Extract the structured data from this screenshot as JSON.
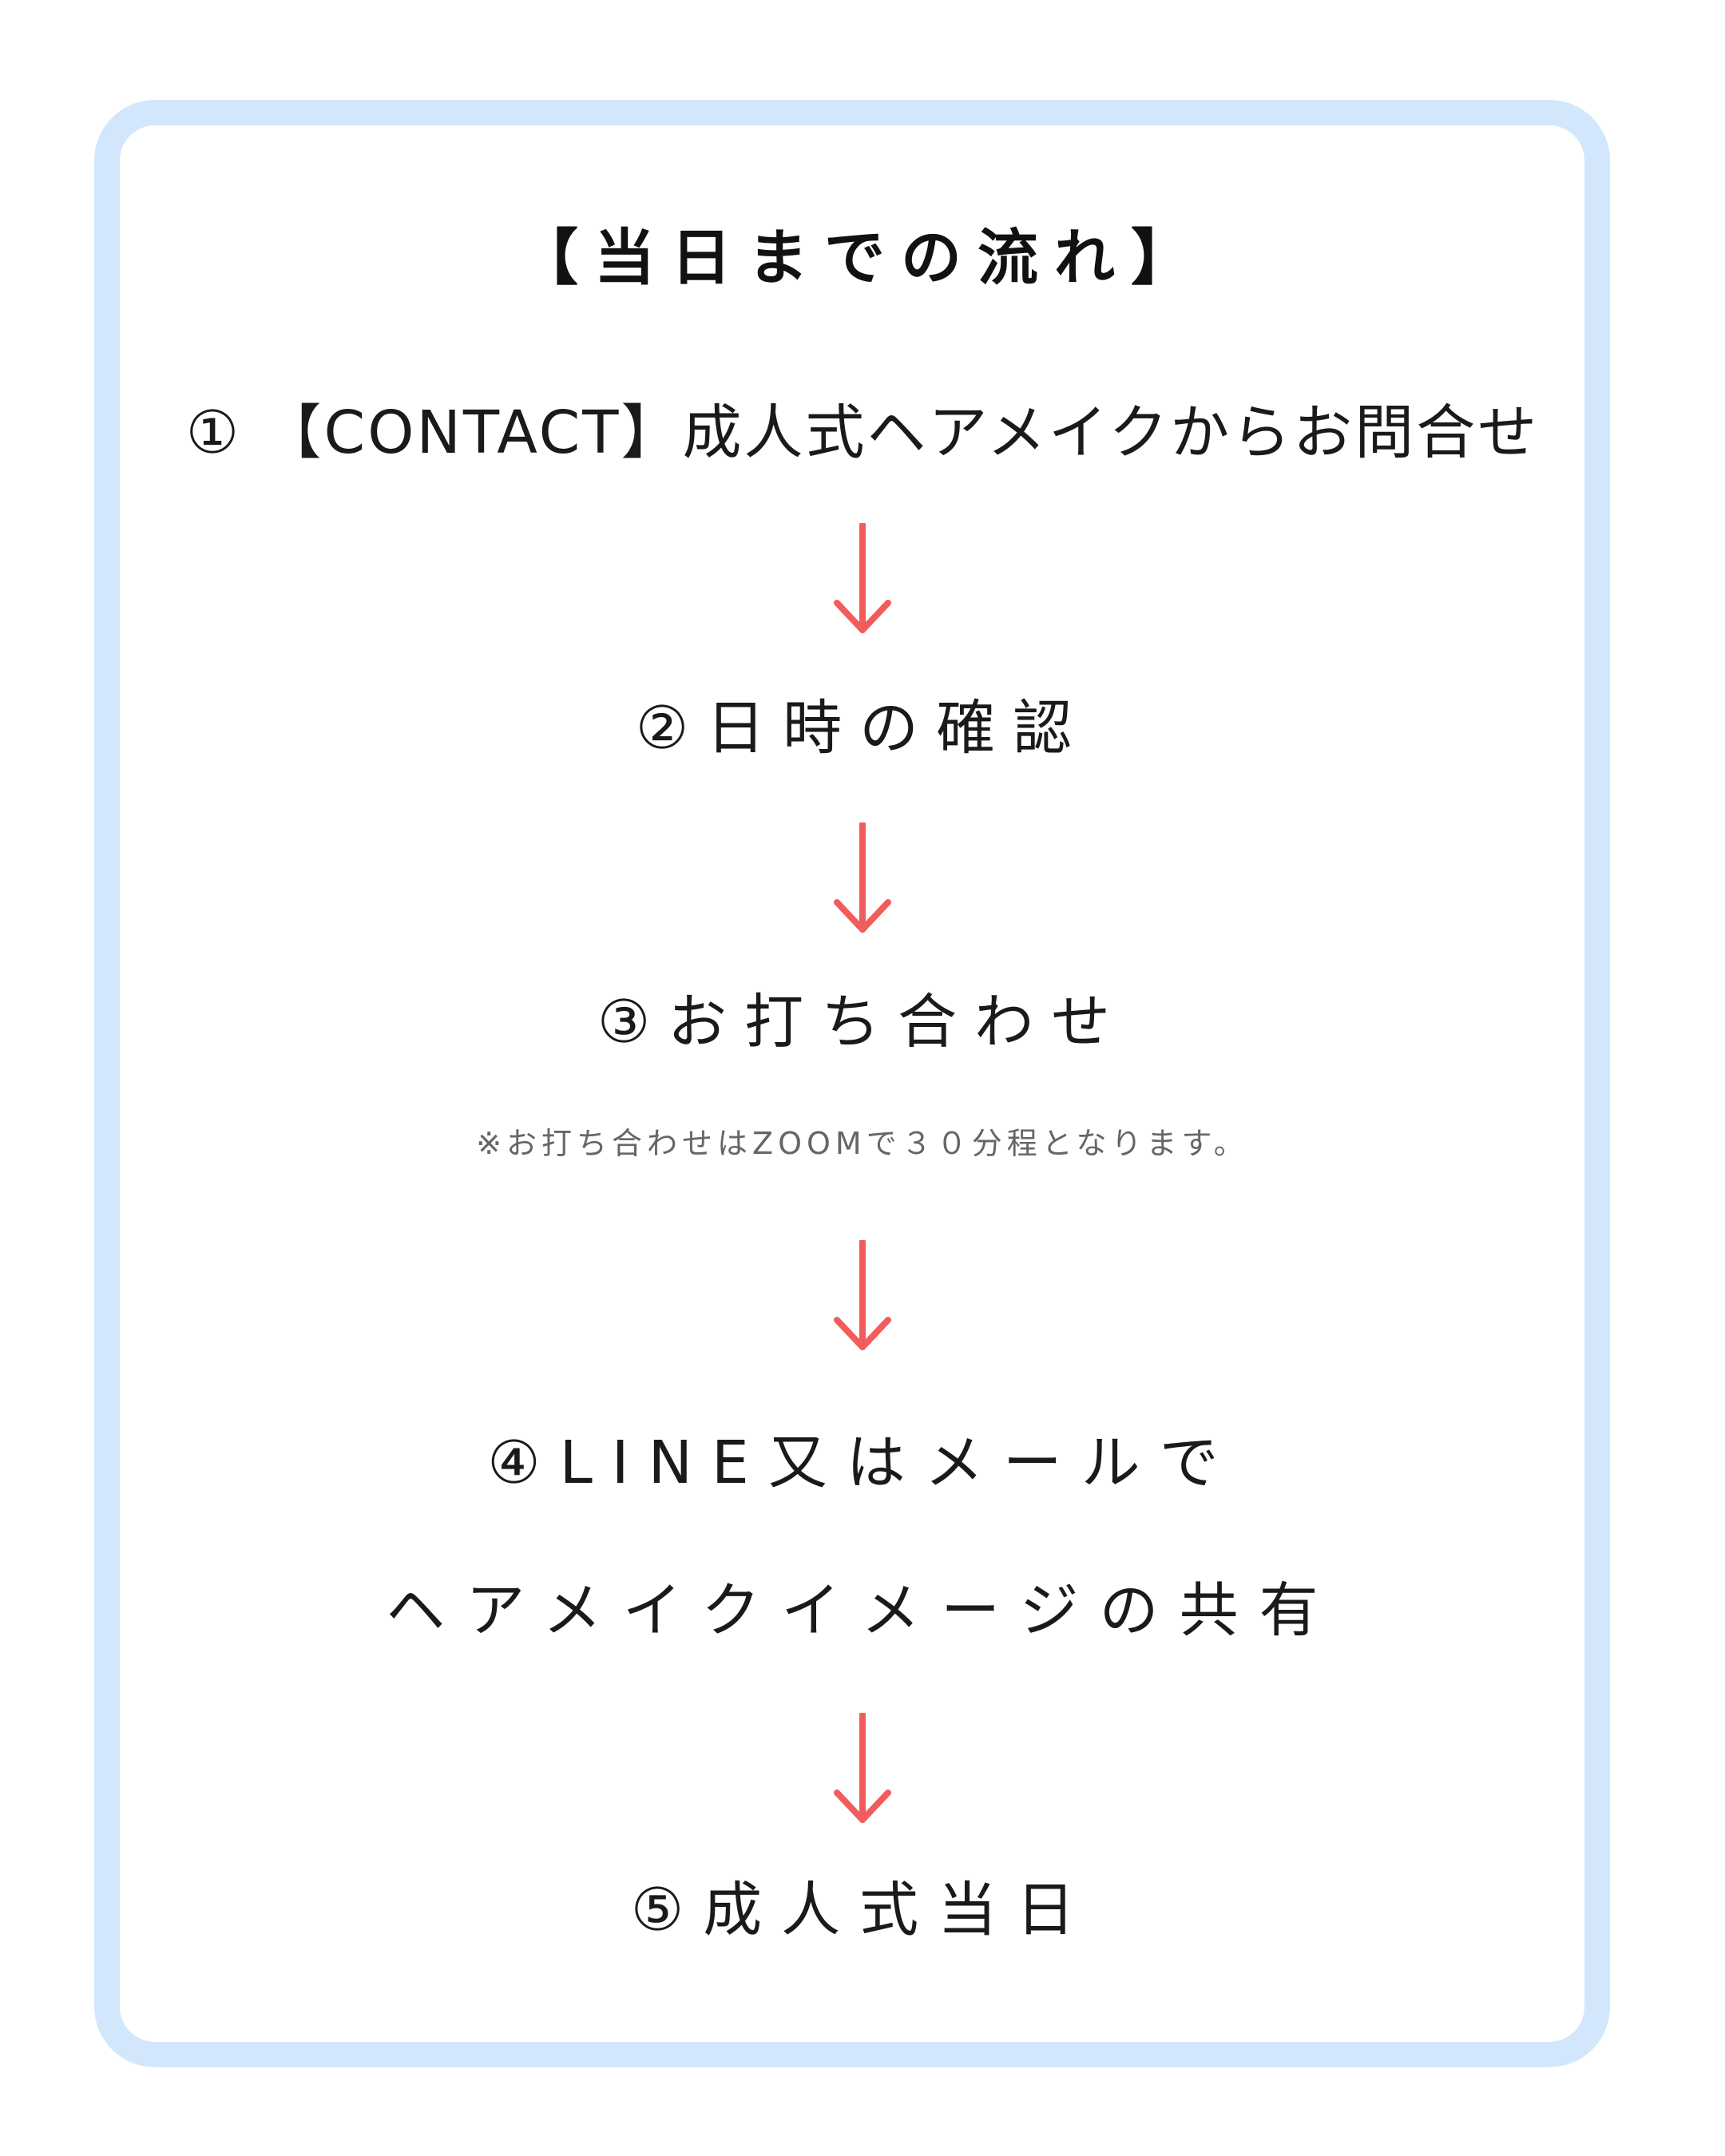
{
  "title": "【当日までの流れ】",
  "steps": {
    "step1": "① 【CONTACT】成人式ヘアメイクからお問合せ",
    "step2": "②日時の確認",
    "step3": "③お打ち合わせ",
    "step3_note": "※お打ち合わせはZOOMで３０分程となります。",
    "step4_line1": "④LINE又はメールで",
    "step4_line2": "ヘアメイクイメージの共有",
    "step5": "⑤成人式当日"
  },
  "colors": {
    "frame_border": "#d3e7fc",
    "arrow": "#f25c5c",
    "text": "#1a1a1a",
    "note_text": "#666666"
  },
  "icons": {
    "arrow": "arrow-down-icon"
  }
}
